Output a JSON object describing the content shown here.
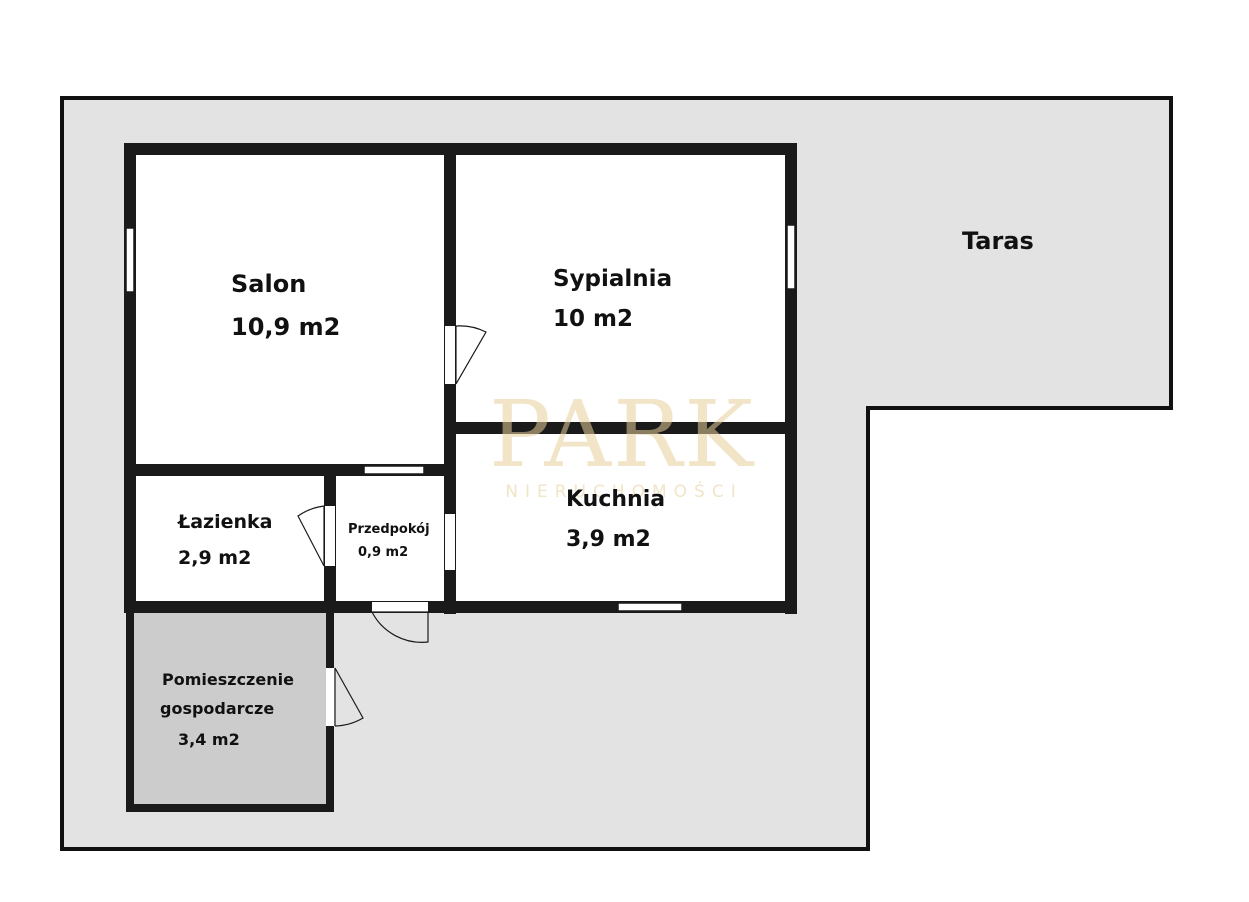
{
  "rooms": {
    "salon": {
      "name": "Salon",
      "area": "10,9 m2"
    },
    "sypialnia": {
      "name": "Sypialnia",
      "area": "10 m2"
    },
    "lazienka": {
      "name": "Łazienka",
      "area": "2,9 m2"
    },
    "przedpokoj": {
      "name": "Przedpokój",
      "area": "0,9 m2"
    },
    "kuchnia": {
      "name": "Kuchnia",
      "area": "3,9 m2"
    },
    "gospodarcze": {
      "name_line1": "Pomieszczenie",
      "name_line2": "gospodarcze",
      "area": "3,4 m2"
    },
    "taras": {
      "name": "Taras"
    }
  },
  "watermark": {
    "logo": "PARK",
    "subtitle": "NIERUCHOMOŚCI"
  },
  "colors": {
    "terrace_fill": "#e3e3e3",
    "utility_fill": "#cccccc",
    "wall": "#1a1a1a",
    "watermark": "#e6cf9a"
  }
}
